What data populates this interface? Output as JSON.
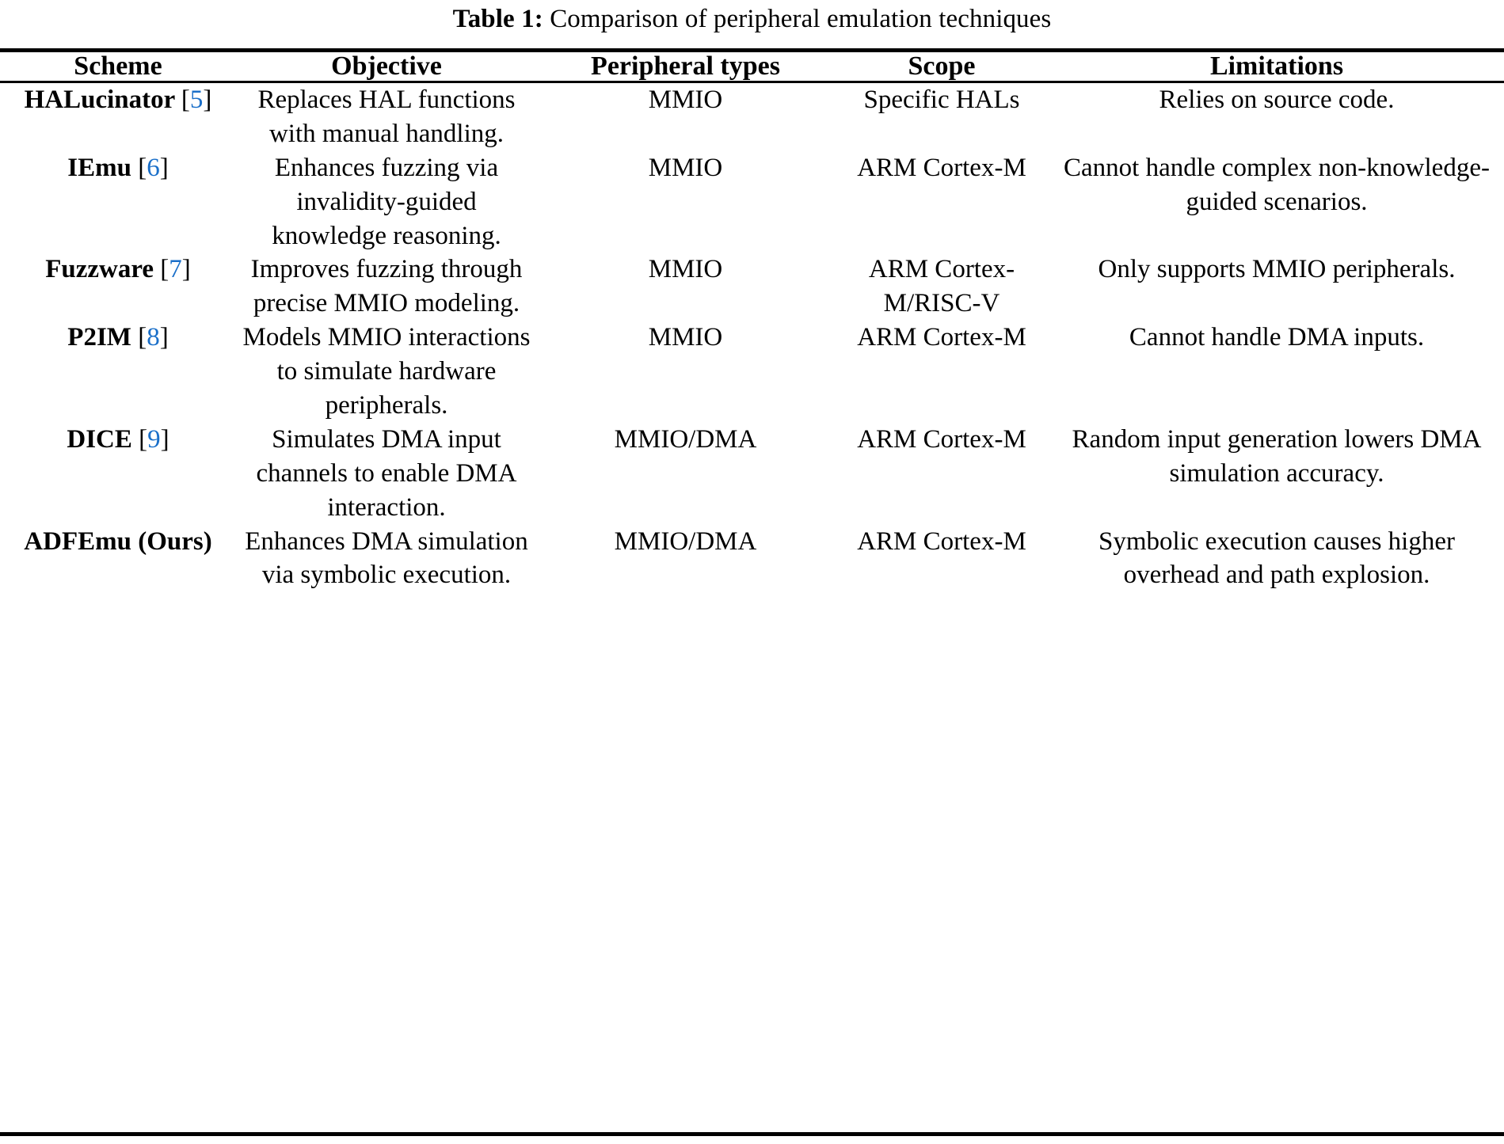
{
  "caption": {
    "label": "Table 1:",
    "text": "Comparison of peripheral emulation techniques"
  },
  "accent_color_citation": "#1a6fc9",
  "table": {
    "columns": [
      {
        "key": "scheme",
        "header": "Scheme"
      },
      {
        "key": "objective",
        "header": "Objective"
      },
      {
        "key": "peripheral",
        "header": "Peripheral types"
      },
      {
        "key": "scope",
        "header": "Scope"
      },
      {
        "key": "limitations",
        "header": "Limitations"
      }
    ],
    "rows": [
      {
        "scheme_name": "HALucinator",
        "citation_open": "[",
        "citation_num": "5",
        "citation_close": "]",
        "objective": "Replaces HAL functions with manual handling.",
        "peripheral": "MMIO",
        "scope": "Specific HALs",
        "limitations": "Relies on source code."
      },
      {
        "scheme_name": "IEmu",
        "citation_open": "[",
        "citation_num": "6",
        "citation_close": "]",
        "objective": "Enhances fuzzing via invalidity-guided knowledge reasoning.",
        "peripheral": "MMIO",
        "scope": "ARM Cortex-M",
        "limitations": "Cannot handle complex non-knowledge-guided scenarios."
      },
      {
        "scheme_name": "Fuzzware",
        "citation_open": "[",
        "citation_num": "7",
        "citation_close": "]",
        "objective": "Improves fuzzing through precise MMIO modeling.",
        "peripheral": "MMIO",
        "scope": "ARM Cortex-M/RISC-V",
        "limitations": "Only supports MMIO peripherals."
      },
      {
        "scheme_name": "P2IM",
        "citation_open": "[",
        "citation_num": "8",
        "citation_close": "]",
        "objective": "Models MMIO interactions to simulate hardware peripherals.",
        "peripheral": "MMIO",
        "scope": "ARM Cortex-M",
        "limitations": "Cannot handle DMA inputs."
      },
      {
        "scheme_name": "DICE",
        "citation_open": "[",
        "citation_num": "9",
        "citation_close": "]",
        "objective": "Simulates DMA input channels to enable DMA interaction.",
        "peripheral": "MMIO/DMA",
        "scope": "ARM Cortex-M",
        "limitations": "Random input generation lowers DMA simulation accuracy."
      },
      {
        "scheme_name": "ADFEmu (Ours)",
        "citation_open": "",
        "citation_num": "",
        "citation_close": "",
        "objective": "Enhances DMA simulation via symbolic execution.",
        "peripheral": "MMIO/DMA",
        "scope": "ARM Cortex-M",
        "limitations": "Symbolic execution causes higher overhead and path explosion."
      }
    ]
  }
}
